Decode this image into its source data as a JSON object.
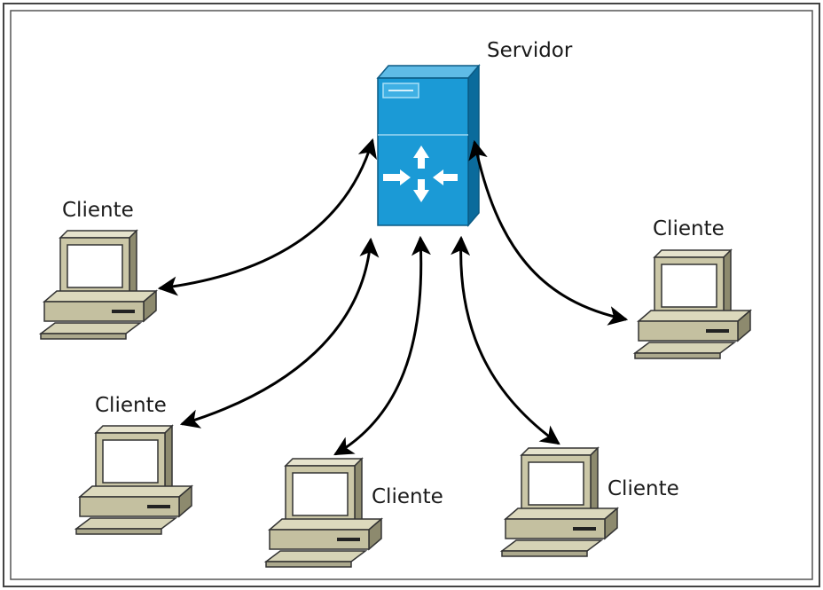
{
  "diagram": {
    "server": {
      "label": "Servidor"
    },
    "clients": [
      {
        "label": "Cliente"
      },
      {
        "label": "Cliente"
      },
      {
        "label": "Cliente"
      },
      {
        "label": "Cliente"
      },
      {
        "label": "Cliente"
      }
    ],
    "colors": {
      "server_front": "#1b9ad6",
      "server_side": "#0b6b9c",
      "server_top": "#63c0ea",
      "computer_body": "#c8c4a4",
      "computer_shade": "#9e9b7d",
      "arrow": "#000000",
      "frame": "#6e6e6e"
    }
  }
}
